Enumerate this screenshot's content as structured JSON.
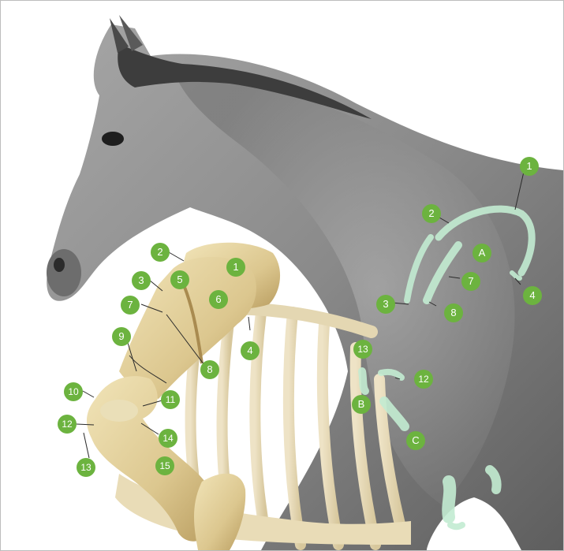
{
  "colors": {
    "marker": "#6cb33f",
    "marker_text": "#ffffff",
    "bone": "#e8d9a8",
    "bone_shadow": "#c9b27a",
    "coat": "#8f8f8f",
    "overlay": "#bfe8cf"
  },
  "labels": {
    "scapula_area": "1",
    "spine_top": "2",
    "spine_front": "3",
    "spine_rear": "4",
    "region_5": "5",
    "region_6": "6",
    "ridge": "7",
    "ridge_lower": "8",
    "neck": "9",
    "point_10": "10",
    "point_11": "11",
    "point_12": "12",
    "point_13": "13",
    "point_14": "14",
    "point_15": "15",
    "surface_1": "1",
    "surface_2": "2",
    "surface_3": "3",
    "surface_4": "4",
    "surface_7": "7",
    "surface_8": "8",
    "surface_12": "12",
    "surface_13": "13",
    "letter_a": "A",
    "letter_b": "B",
    "letter_c": "C"
  }
}
